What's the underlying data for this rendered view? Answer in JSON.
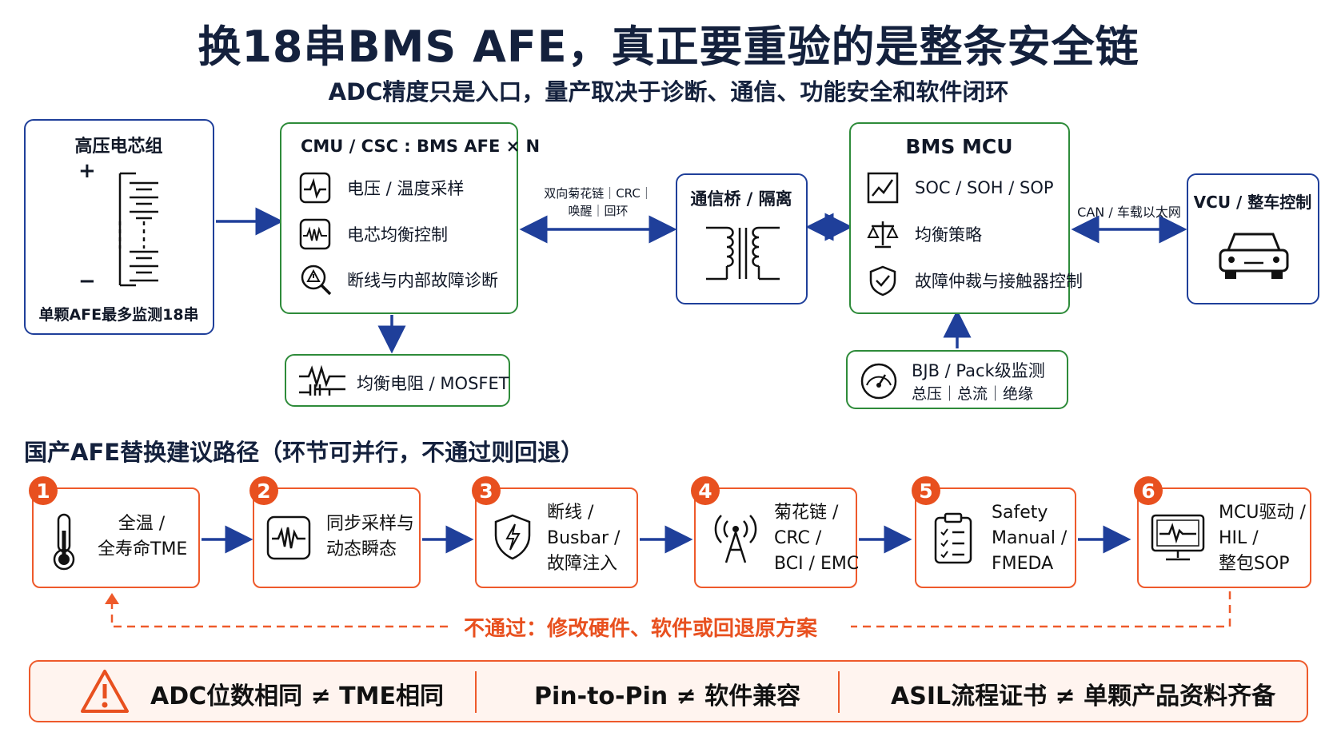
{
  "title": "换18串BMS AFE，真正要重验的是整条安全链",
  "subtitle": "ADC精度只是入口，量产取决于诊断、通信、功能安全和软件闭环",
  "architecture": {
    "cells": {
      "title": "高压电芯组",
      "plus": "+",
      "minus": "−",
      "caption": "单颗AFE最多监测18串"
    },
    "cmu": {
      "title": "CMU / CSC : BMS AFE × N",
      "items": [
        "电压 / 温度采样",
        "电芯均衡控制",
        "断线与内部故障诊断"
      ]
    },
    "balance": {
      "label": "均衡电阻 / MOSFET"
    },
    "link_label_1": "双向菊花链｜CRC｜",
    "link_label_2": "唤醒｜回环",
    "bridge": {
      "title": "通信桥 / 隔离"
    },
    "mcu": {
      "title": "BMS MCU",
      "items": [
        "SOC / SOH / SOP",
        "均衡策略",
        "故障仲裁与接触器控制"
      ]
    },
    "can_label": "CAN / 车载以太网",
    "vcu": {
      "title": "VCU / 整车控制"
    },
    "bjb": {
      "line1": "BJB / Pack级监测",
      "line2": "总压｜总流｜绝缘"
    }
  },
  "path": {
    "heading": "国产AFE替换建议路径（环节可并行，不通过则回退）",
    "steps": [
      {
        "num": "1",
        "lines": [
          "全温 /",
          "全寿命TME"
        ],
        "icon": "thermometer-icon"
      },
      {
        "num": "2",
        "lines": [
          "同步采样与",
          "动态瞬态"
        ],
        "icon": "waveform-icon"
      },
      {
        "num": "3",
        "lines": [
          "断线 /",
          "Busbar /",
          "故障注入"
        ],
        "icon": "shield-bolt-icon"
      },
      {
        "num": "4",
        "lines": [
          "菊花链 /",
          "CRC /",
          "BCI / EMC"
        ],
        "icon": "antenna-icon"
      },
      {
        "num": "5",
        "lines": [
          "Safety",
          "Manual /",
          "FMEDA"
        ],
        "icon": "clipboard-icon"
      },
      {
        "num": "6",
        "lines": [
          "MCU驱动 /",
          "HIL /",
          "整包SOP"
        ],
        "icon": "monitor-icon"
      }
    ],
    "fail_text": "不通过：修改硬件、软件或回退原方案"
  },
  "warnings": [
    "ADC位数相同 ≠ TME相同",
    "Pin-to-Pin ≠ 软件兼容",
    "ASIL流程证书 ≠ 单颗产品资料齐备"
  ],
  "colors": {
    "blue": "#1f3f9a",
    "green": "#2e8b3a",
    "orange": "#ee5a2b",
    "navy": "#14213d"
  }
}
